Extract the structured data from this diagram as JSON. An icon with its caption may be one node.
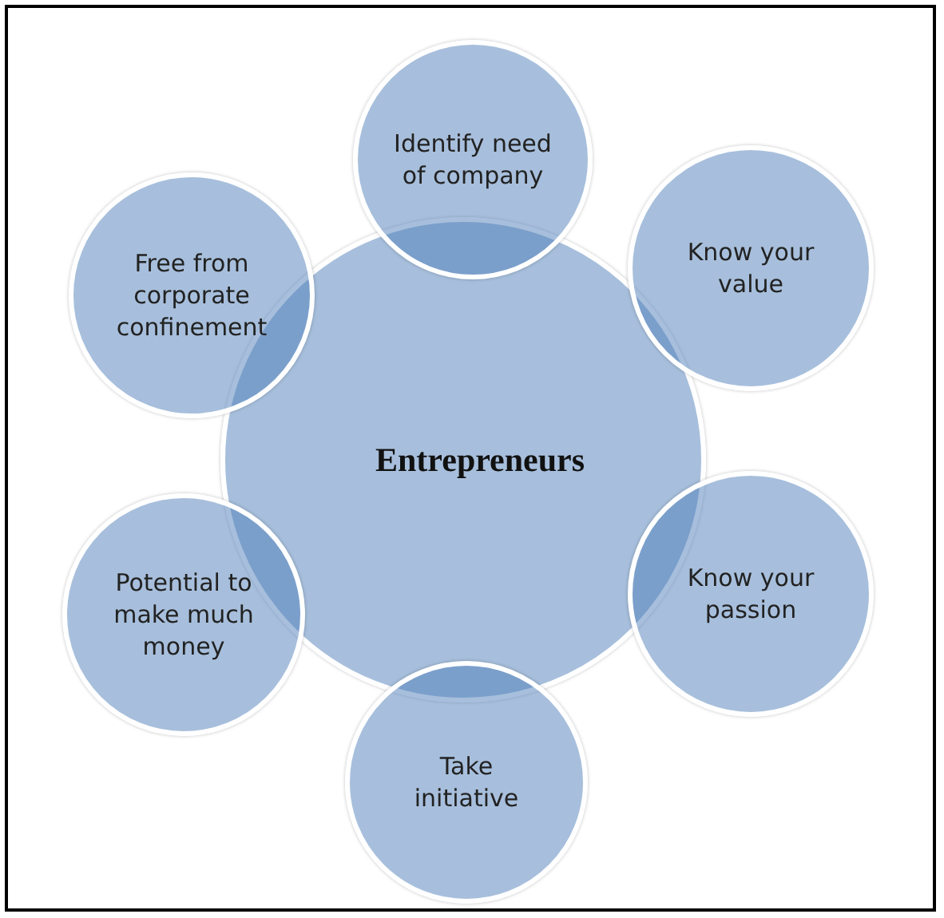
{
  "diagram": {
    "nodes": [
      {
        "text": [
          "Entrepreneurs"
        ]
      },
      {
        "text": [
          "Identify need of company"
        ]
      },
      {
        "text": [
          "Know your value"
        ]
      },
      {
        "text": [
          "Know your passion"
        ]
      },
      {
        "text": [
          "Take initiative"
        ]
      },
      {
        "text": [
          "Potential to make much money"
        ]
      },
      {
        "text": [
          "Free from corporate confinement"
        ]
      }
    ],
    "edges": []
  }
}
